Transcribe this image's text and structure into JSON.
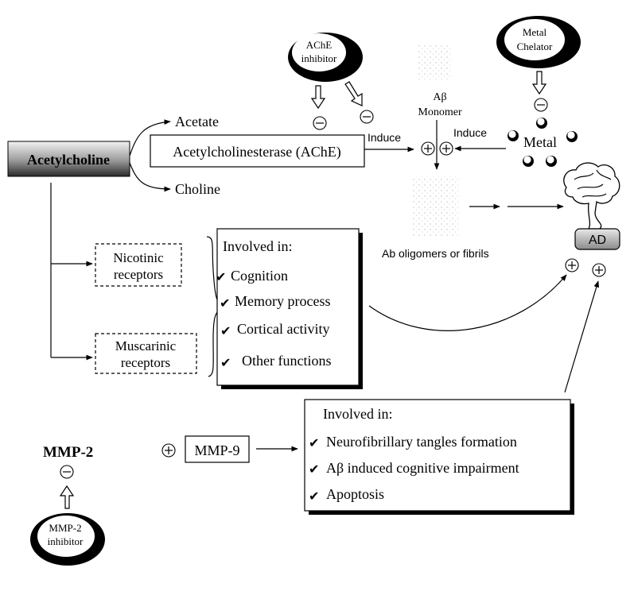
{
  "acetylcholine": "Acetylcholine",
  "acetate": "Acetate",
  "choline": "Choline",
  "ache_enzyme": "Acetylcholinesterase (AChE)",
  "ache_inhibitor": [
    "AChE",
    "inhibitor"
  ],
  "metal_chelator": [
    "Metal",
    "Chelator"
  ],
  "metal": "Metal",
  "induce_left": "Induce",
  "induce_right": "Induce",
  "abeta_monomer": [
    "Aβ",
    "Monomer"
  ],
  "ab_oligomers": "Ab oligomers or fibrils",
  "ad": "AD",
  "nicotinic": [
    "Nicotinic",
    "receptors"
  ],
  "muscarinic": [
    "Muscarinic",
    "receptors"
  ],
  "involved_box_1": {
    "title": "Involved in:",
    "items": [
      "Cognition",
      "Memory process",
      "Cortical activity",
      "Other functions"
    ]
  },
  "mmp2": "MMP-2",
  "mmp9": "MMP-9",
  "mmp2_inhibitor": [
    "MMP-2",
    "inhibitor"
  ],
  "involved_box_2": {
    "title": "Involved in:",
    "items": [
      "Neurofibrillary tangles formation",
      "Aβ induced cognitive impairment",
      "Apoptosis"
    ]
  },
  "symbols": {
    "plus": "+",
    "minus": "−",
    "check": "✔"
  }
}
